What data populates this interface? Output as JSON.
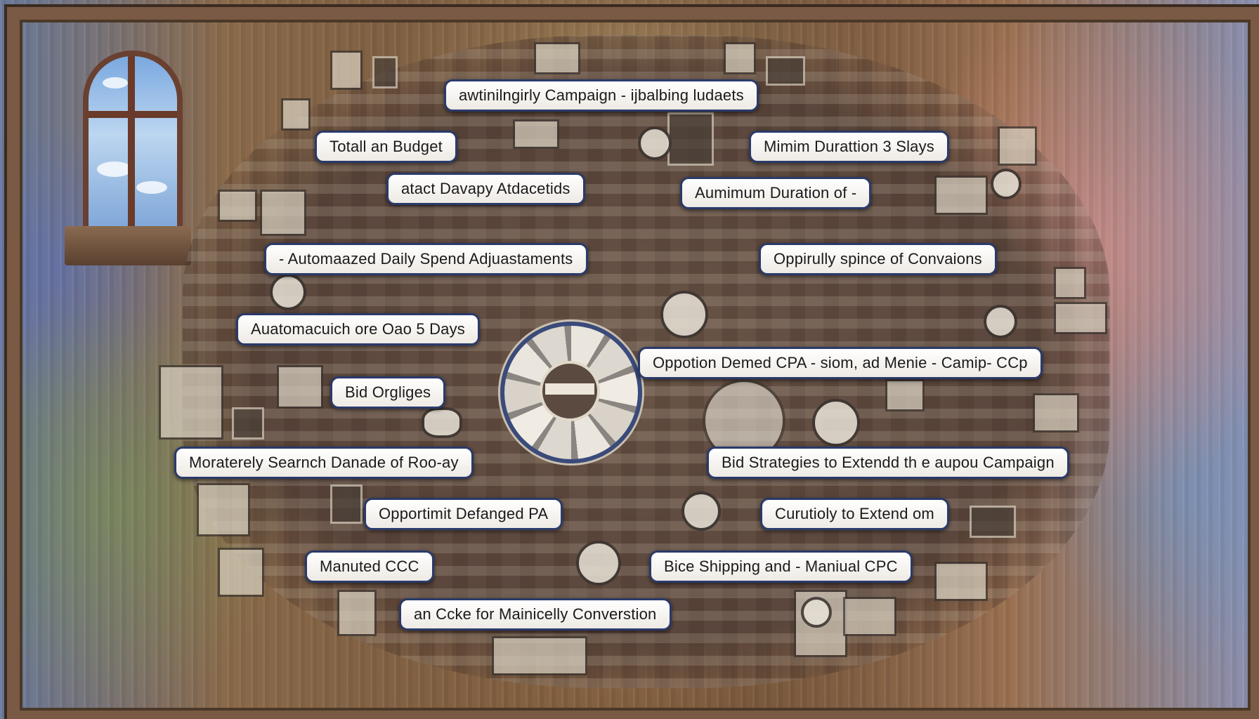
{
  "labels": [
    {
      "text": "awtinilngirly Campaign - ijbalbing ludaets"
    },
    {
      "text": "Totall an Budget"
    },
    {
      "text": "Mimim Durattion 3 Slays"
    },
    {
      "text": "atact Davapy Atdacetids"
    },
    {
      "text": "Aumimum Duration of -"
    },
    {
      "text": "- Automaazed Daily Spend Adjuastaments"
    },
    {
      "text": "Oppirully spince of Convaions"
    },
    {
      "text": "Auatomacuich ore Oao 5 Days"
    },
    {
      "text": "Oppotion Demed CPA - siom, ad Menie - Camip- CCp"
    },
    {
      "text": "Bid Orgliges"
    },
    {
      "text": "Moraterely Searnch Danade of Roo-ay"
    },
    {
      "text": "Bid Strategies to Extendd th e aupou Campaign"
    },
    {
      "text": "Opportimit Defanged PA"
    },
    {
      "text": "Curutioly to Extend om"
    },
    {
      "text": "Manuted CCC"
    },
    {
      "text": "Bice Shipping and - Maniual CPC"
    },
    {
      "text": "an Ccke for Mainicelly Converstion"
    }
  ],
  "colors": {
    "label_border": "#2a3a6a",
    "frame": "#7a5a44",
    "collage": "#5a463c"
  }
}
